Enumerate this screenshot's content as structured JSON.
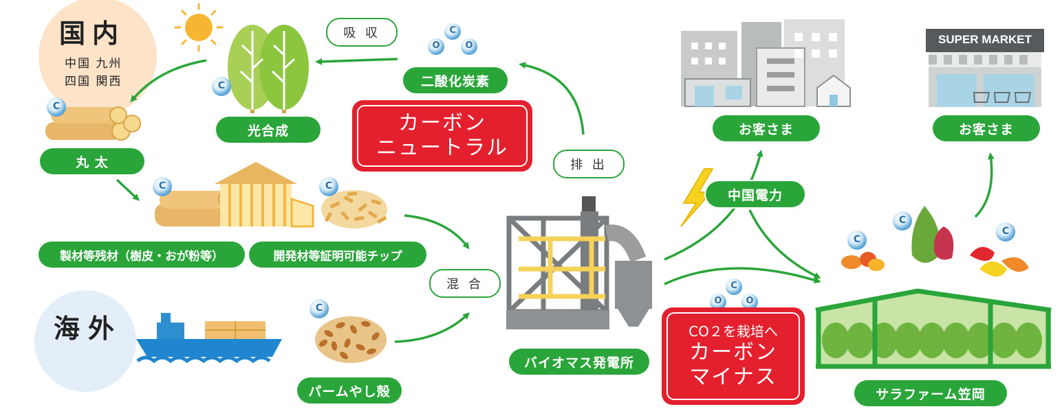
{
  "regions": {
    "domestic_title": "国内",
    "domestic_line1": "中国 九州",
    "domestic_line2": "四国 関西",
    "overseas_title": "海外"
  },
  "labels": {
    "photosynthesis": "光合成",
    "logs": "丸 太",
    "absorb": "吸 収",
    "co2": "二酸化炭素",
    "emit": "排 出",
    "mix": "混 合",
    "sawmill_residue": "製材等残材（樹皮・おが粉等）",
    "certified_chips": "開発材等証明可能チップ",
    "palm_shells": "パームやし殻",
    "biomass_plant": "バイオマス発電所",
    "chugoku_electric": "中国電力",
    "customers_city": "お客さま",
    "customers_market": "お客さま",
    "farm": "サラファーム笠岡",
    "supermarket_sign": "SUPER MARKET",
    "carbon_atom": "C",
    "oxygen_atom": "O"
  },
  "carbon_neutral": {
    "line1": "カーボン",
    "line2": "ニュートラル"
  },
  "carbon_minus": {
    "small": "CO２を栽培へ",
    "line1": "カーボン",
    "line2": "マイナス"
  },
  "colors": {
    "green": "#2aa53a",
    "red": "#e4202e",
    "light_green": "#8cc63f",
    "atom_blue": "#5aa3d6"
  }
}
